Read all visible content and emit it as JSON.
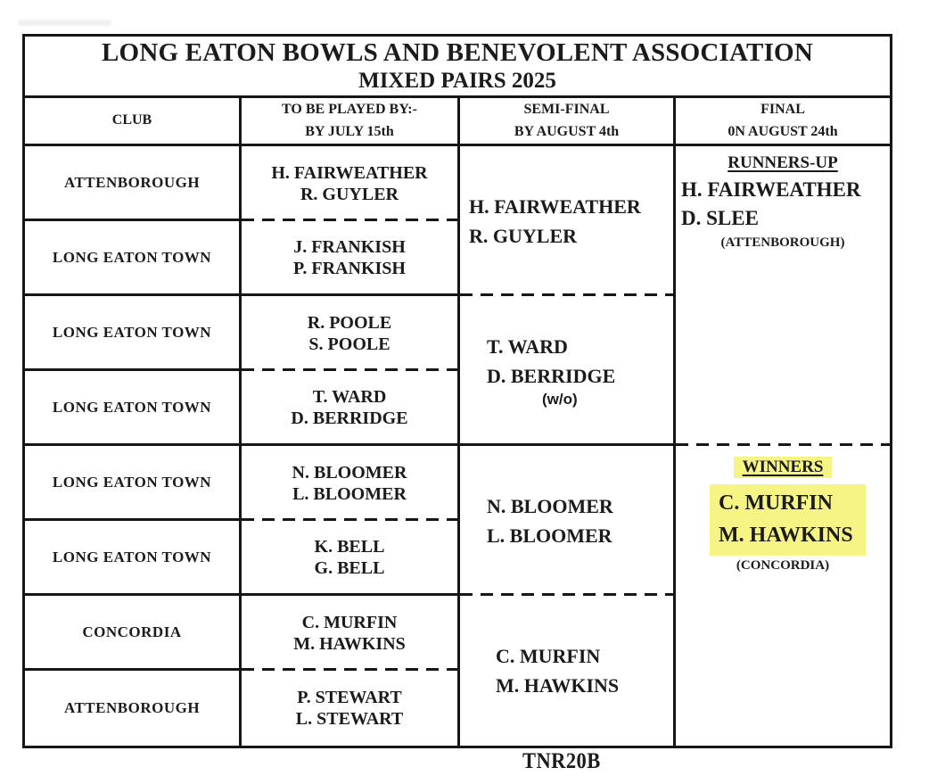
{
  "title": {
    "line1": "LONG EATON BOWLS AND BENEVOLENT ASSOCIATION",
    "line2": "MIXED PAIRS 2025"
  },
  "columns": [
    {
      "line1": "CLUB",
      "line2": ""
    },
    {
      "line1": "TO BE PLAYED BY:-",
      "line2": "BY  JULY 15th"
    },
    {
      "line1": "SEMI-FINAL",
      "line2": "BY  AUGUST 4th"
    },
    {
      "line1": "FINAL",
      "line2": "0N AUGUST 24th"
    }
  ],
  "clubs": [
    "ATTENBOROUGH",
    "LONG EATON TOWN",
    "LONG EATON TOWN",
    "LONG EATON TOWN",
    "LONG EATON TOWN",
    "LONG EATON TOWN",
    "CONCORDIA",
    "ATTENBOROUGH"
  ],
  "round1": [
    {
      "p1": "H. FAIRWEATHER",
      "p2": "R. GUYLER"
    },
    {
      "p1": "J. FRANKISH",
      "p2": "P. FRANKISH"
    },
    {
      "p1": "R. POOLE",
      "p2": "S. POOLE"
    },
    {
      "p1": "T. WARD",
      "p2": "D. BERRIDGE"
    },
    {
      "p1": "N. BLOOMER",
      "p2": "L. BLOOMER"
    },
    {
      "p1": "K. BELL",
      "p2": "G. BELL"
    },
    {
      "p1": "C. MURFIN",
      "p2": "M. HAWKINS"
    },
    {
      "p1": "P. STEWART",
      "p2": "L. STEWART"
    }
  ],
  "semifinals": [
    {
      "p1": "H. FAIRWEATHER",
      "p2": "R. GUYLER",
      "note": ""
    },
    {
      "p1": "T. WARD",
      "p2": "D. BERRIDGE",
      "note": "(w/o)"
    },
    {
      "p1": "N. BLOOMER",
      "p2": "L. BLOOMER",
      "note": ""
    },
    {
      "p1": "C. MURFIN",
      "p2": "M. HAWKINS",
      "note": ""
    }
  ],
  "final": {
    "runners_up": {
      "heading": "RUNNERS-UP",
      "p1": "H. FAIRWEATHER",
      "p2": "D. SLEE",
      "club": "(ATTENBOROUGH)"
    },
    "winners": {
      "heading": "WINNERS",
      "p1": "C. MURFIN",
      "p2": "M. HAWKINS",
      "club": "(CONCORDIA)"
    }
  },
  "footer": {
    "code": "TNR20B"
  },
  "colors": {
    "highlight": "#F6F485",
    "border": "#161616",
    "background": "#FFFFFF"
  }
}
